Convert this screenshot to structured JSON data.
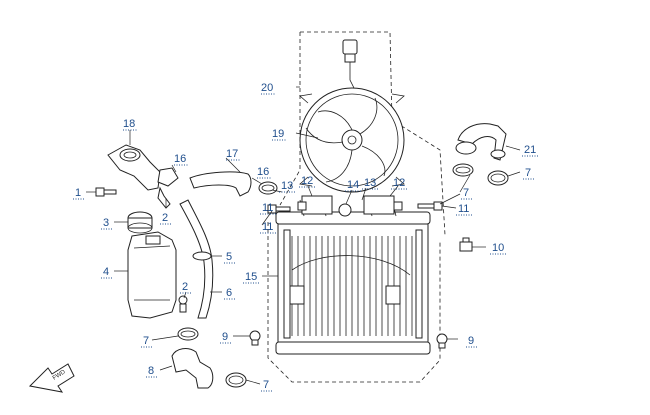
{
  "callouts": [
    {
      "id": "c20",
      "text": "20"
    },
    {
      "id": "c19",
      "text": "19"
    },
    {
      "id": "c18",
      "text": "18"
    },
    {
      "id": "c17",
      "text": "17"
    },
    {
      "id": "c16a",
      "text": "16"
    },
    {
      "id": "c16b",
      "text": "16"
    },
    {
      "id": "c1",
      "text": "1"
    },
    {
      "id": "c2a",
      "text": "2"
    },
    {
      "id": "c2b",
      "text": "2"
    },
    {
      "id": "c3",
      "text": "3"
    },
    {
      "id": "c4",
      "text": "4"
    },
    {
      "id": "c5",
      "text": "5"
    },
    {
      "id": "c6",
      "text": "6"
    },
    {
      "id": "c7a",
      "text": "7"
    },
    {
      "id": "c7b",
      "text": "7"
    },
    {
      "id": "c7c",
      "text": "7"
    },
    {
      "id": "c7d",
      "text": "7"
    },
    {
      "id": "c8",
      "text": "8"
    },
    {
      "id": "c9a",
      "text": "9"
    },
    {
      "id": "c9b",
      "text": "9"
    },
    {
      "id": "c10",
      "text": "10"
    },
    {
      "id": "c11a",
      "text": "11"
    },
    {
      "id": "c11b",
      "text": "11"
    },
    {
      "id": "c11c",
      "text": "11"
    },
    {
      "id": "c12a",
      "text": "12"
    },
    {
      "id": "c12b",
      "text": "12"
    },
    {
      "id": "c13a",
      "text": "13"
    },
    {
      "id": "c13b",
      "text": "13"
    },
    {
      "id": "c14",
      "text": "14"
    },
    {
      "id": "c15",
      "text": "15"
    },
    {
      "id": "c21",
      "text": "21"
    }
  ],
  "fwd_label": "FWD",
  "colors": {
    "callout": "#1f4e8c",
    "line": "#222222"
  }
}
